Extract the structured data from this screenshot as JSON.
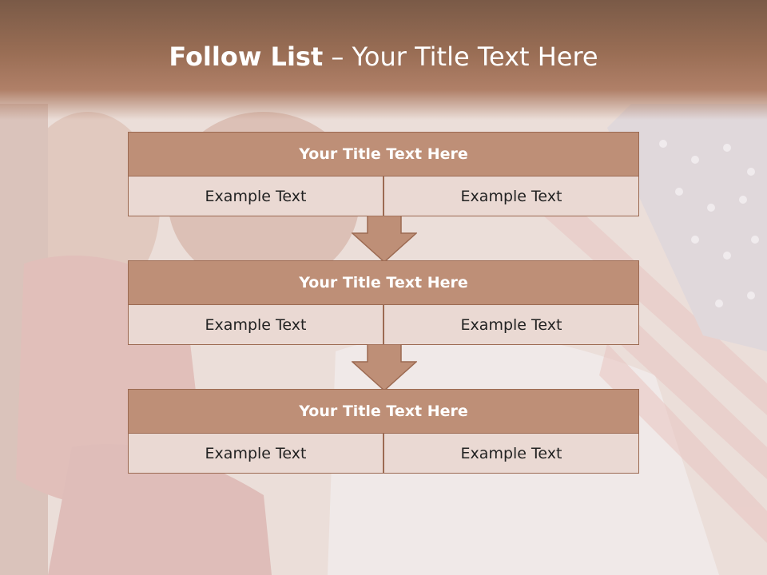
{
  "slide": {
    "title_bold": "Follow List",
    "title_rest": " – Your Title Text Here"
  },
  "blocks": [
    {
      "title": "Your Title Text Here",
      "left": "Example Text",
      "right": "Example Text"
    },
    {
      "title": "Your Title Text Here",
      "left": "Example Text",
      "right": "Example Text"
    },
    {
      "title": "Your Title Text Here",
      "left": "Example Text",
      "right": "Example Text"
    }
  ],
  "colors": {
    "header": "#8b6350",
    "block_header": "#be8f77",
    "cell": "#ead9d3",
    "border": "#9c6a52"
  }
}
